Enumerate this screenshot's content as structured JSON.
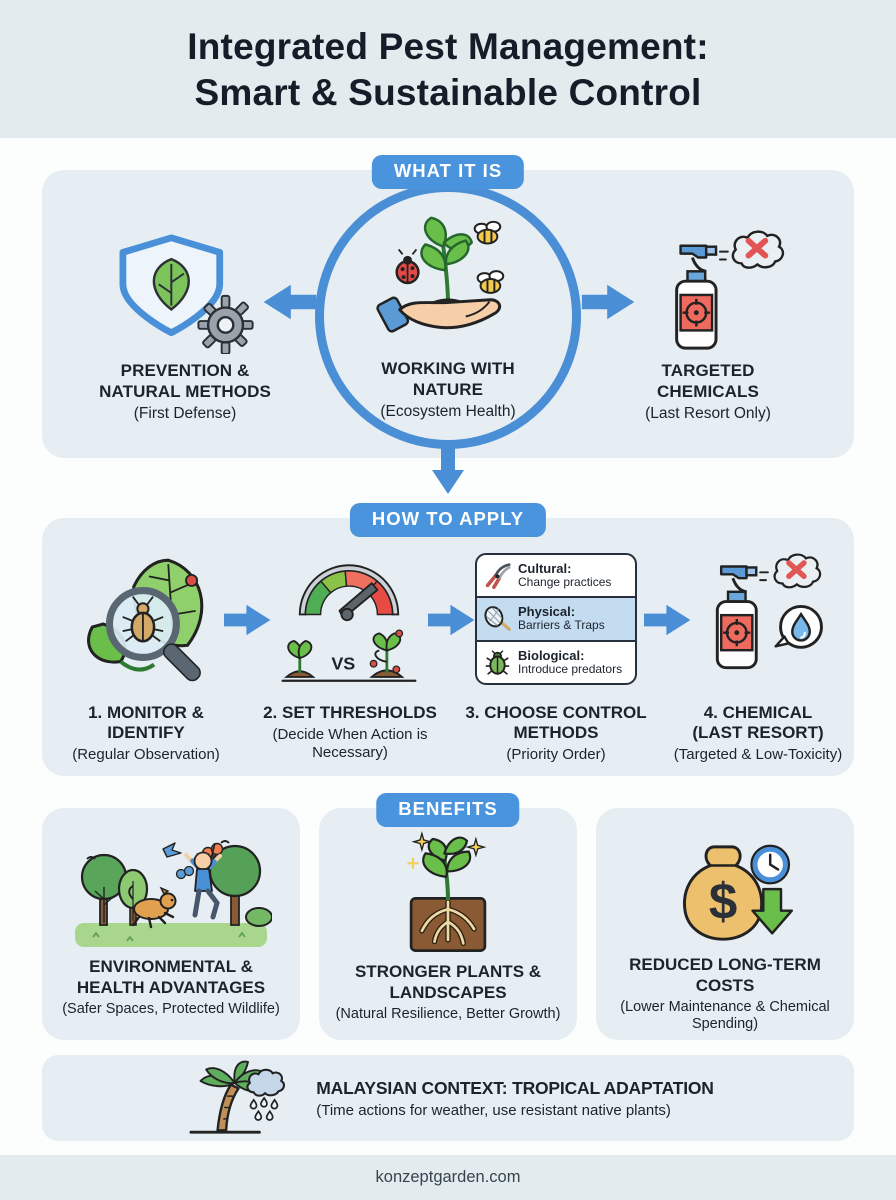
{
  "header": {
    "title_line1": "Integrated Pest Management:",
    "title_line2": "Smart & Sustainable Control"
  },
  "sections": {
    "what_it_is": {
      "badge": "WHAT IT IS",
      "left": {
        "title": "PREVENTION & NATURAL METHODS",
        "subtitle": "(First Defense)",
        "icon": "shield-leaf-gear-icon"
      },
      "center": {
        "title": "WORKING WITH NATURE",
        "subtitle": "(Ecosystem Health)",
        "icon": "hand-holding-plant-icon"
      },
      "right": {
        "title": "TARGETED CHEMICALS",
        "subtitle": "(Last Resort Only)",
        "icon": "spray-bottle-no-spray-icon"
      }
    },
    "how_to_apply": {
      "badge": "HOW TO APPLY",
      "steps": [
        {
          "title": "1. MONITOR & IDENTIFY",
          "subtitle": "(Regular Observation)",
          "icon": "magnifier-leaf-bug-icon"
        },
        {
          "title": "2. SET THRESHOLDS",
          "subtitle": "(Decide When Action is Necessary)",
          "vs_label": "VS",
          "icon": "gauge-comparison-icon"
        },
        {
          "title": "3. CHOOSE CONTROL METHODS",
          "subtitle": "(Priority Order)",
          "icon": "methods-table",
          "methods": [
            {
              "label": "Cultural:",
              "desc": "Change practices",
              "icon": "pruning-shears-icon"
            },
            {
              "label": "Physical:",
              "desc": "Barriers & Traps",
              "icon": "net-icon",
              "highlighted": true
            },
            {
              "label": "Biological:",
              "desc": "Introduce predators",
              "icon": "beetle-icon"
            }
          ]
        },
        {
          "title": "4. CHEMICAL (LAST RESORT)",
          "subtitle": "(Targeted & Low-Toxicity)",
          "icon": "spray-bottle-droplet-icon"
        }
      ]
    },
    "benefits": {
      "badge": "BENEFITS",
      "cards": [
        {
          "title": "ENVIRONMENTAL & HEALTH ADVANTAGES",
          "subtitle": "(Safer Spaces, Protected Wildlife)",
          "icon": "park-wildlife-icon"
        },
        {
          "title": "STRONGER PLANTS & LANDSCAPES",
          "subtitle": "(Natural Resilience, Better Growth)",
          "icon": "plant-roots-icon"
        },
        {
          "title": "REDUCED LONG-TERM COSTS",
          "subtitle": "(Lower Maintenance & Chemical Spending)",
          "icon": "money-bag-clock-icon"
        }
      ]
    },
    "context": {
      "title": "MALAYSIAN CONTEXT: TROPICAL ADAPTATION",
      "subtitle": "(Time actions for weather, use resistant native plants)",
      "icon": "palm-tree-rain-icon"
    }
  },
  "footer": {
    "website": "konzeptgarden.com"
  },
  "symbols": {
    "dollar": "$"
  },
  "colors": {
    "accent_blue": "#4a94dd",
    "ring_blue": "#4a8fd5",
    "panel_bg": "#e6eef3",
    "band_bg": "#e2ebee",
    "highlight_row": "#c4dcf0",
    "alert_red": "#e25555",
    "label_red": "#ee6a5f",
    "leaf_green": "#6abf4b",
    "gauge_green": "#4fae54",
    "gauge_red": "#e64c44",
    "text_dark": "#1c232d"
  }
}
